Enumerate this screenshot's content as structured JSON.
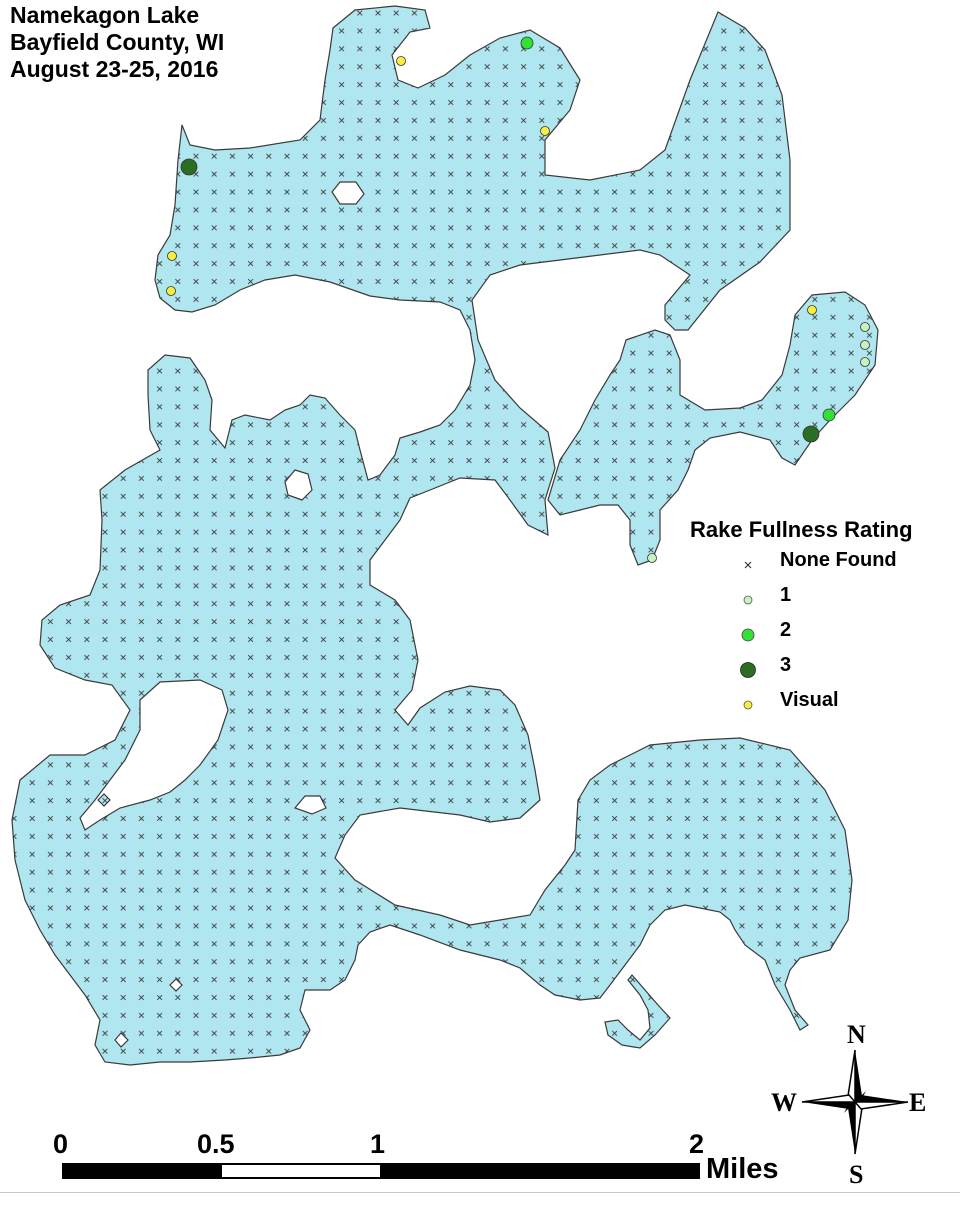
{
  "title": {
    "lines": [
      "Namekagon Lake",
      "Bayfield County, WI",
      "August 23-25, 2016"
    ]
  },
  "colors": {
    "water": "#b0e6ef",
    "shore": "#3a3a3a",
    "rating_1": "#c9f2c0",
    "rating_2": "#33e033",
    "rating_3": "#2b6d22",
    "visual": "#f8ee40",
    "none_found": "#333333"
  },
  "legend": {
    "title": "Rake Fullness Rating",
    "items": [
      {
        "key": "none",
        "label": "None Found",
        "symbol": "x-mark"
      },
      {
        "key": "r1",
        "label": "1",
        "symbol": "small-circle"
      },
      {
        "key": "r2",
        "label": "2",
        "symbol": "medium-circle"
      },
      {
        "key": "r3",
        "label": "3",
        "symbol": "large-circle"
      },
      {
        "key": "visual",
        "label": "Visual",
        "symbol": "small-circle"
      }
    ]
  },
  "scale_bar": {
    "ticks": [
      "0",
      "0.5",
      "1",
      "2"
    ],
    "units": "Miles"
  },
  "compass": {
    "north": "N",
    "south": "S",
    "east": "E",
    "west": "W"
  }
}
